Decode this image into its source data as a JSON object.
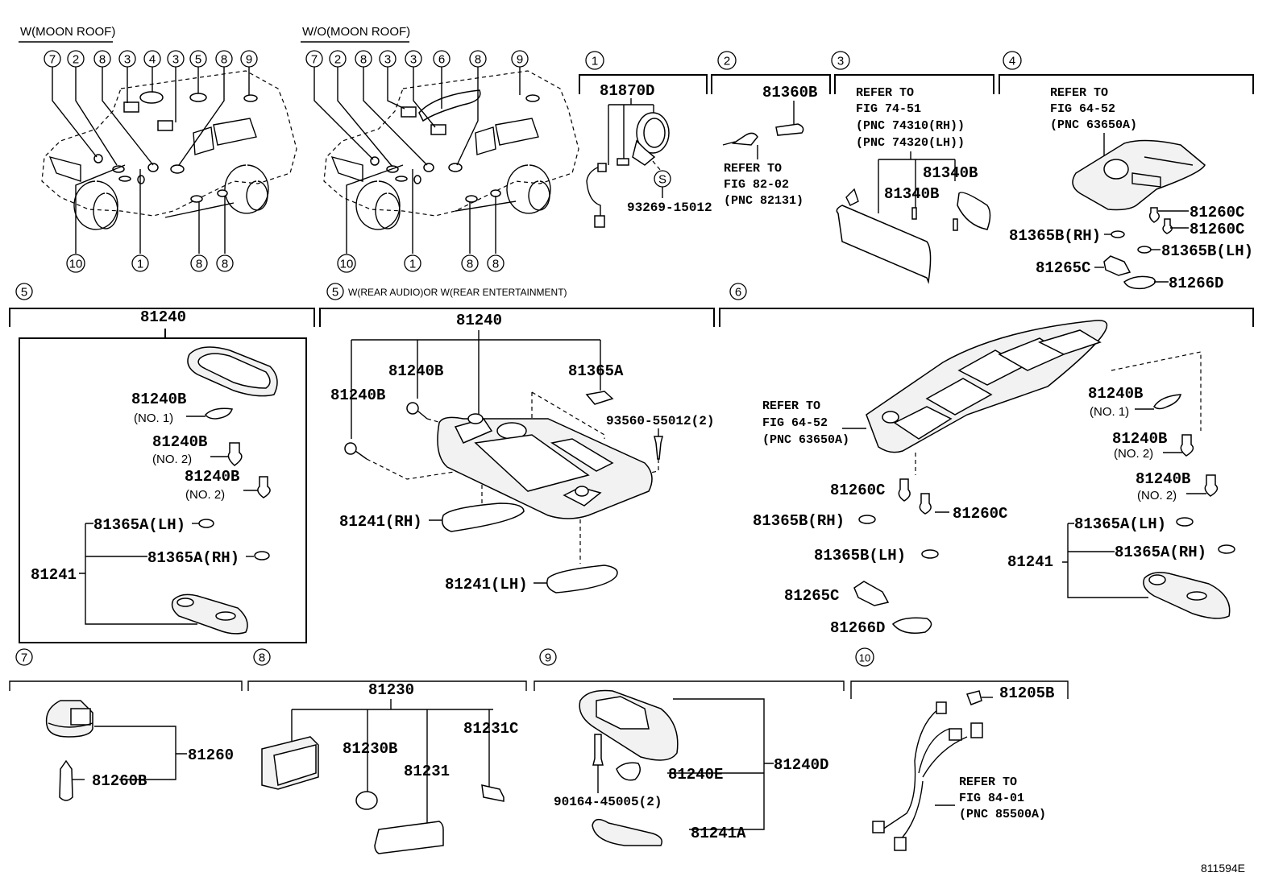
{
  "overview": {
    "with_moon_roof": {
      "title": "W(MOON ROOF)",
      "top_callouts": [
        "7",
        "2",
        "8",
        "3",
        "4",
        "3",
        "5",
        "8",
        "9"
      ],
      "bottom_callouts": [
        "10",
        "1",
        "8",
        "8"
      ]
    },
    "without_moon_roof": {
      "title": "W/O(MOON ROOF)",
      "top_callouts": [
        "7",
        "2",
        "8",
        "3",
        "3",
        "6",
        "8",
        "9"
      ],
      "bottom_callouts": [
        "10",
        "1",
        "8",
        "8"
      ]
    }
  },
  "sections": {
    "s1": {
      "number": "1",
      "labels": [
        "81870D",
        "93269-15012"
      ],
      "screw_symbol": "S"
    },
    "s2": {
      "number": "2",
      "labels": [
        "81360B"
      ],
      "refer": [
        "REFER TO",
        "FIG 82-02",
        "(PNC 82131)"
      ]
    },
    "s3": {
      "number": "3",
      "refer": [
        "REFER TO",
        "FIG 74-51",
        "(PNC 74310(RH))",
        "(PNC 74320(LH))"
      ],
      "labels": [
        "81340B",
        "81340B"
      ]
    },
    "s4": {
      "number": "4",
      "refer": [
        "REFER TO",
        "FIG 64-52",
        "(PNC 63650A)"
      ],
      "labels": [
        "81260C",
        "81260C",
        "81365B(RH)",
        "81365B(LH)",
        "81265C",
        "81266D"
      ]
    },
    "s5a": {
      "number": "5",
      "assembly": "81240",
      "labels": [
        "81240B",
        "(NO. 1)",
        "81240B",
        "(NO. 2)",
        "81240B",
        "(NO. 2)",
        "81365A(LH)",
        "81365A(RH)",
        "81241"
      ]
    },
    "s5b": {
      "number": "5",
      "condition": "W(REAR AUDIO)OR W(REAR ENTERTAINMENT)",
      "assembly": "81240",
      "labels": [
        "81240B",
        "81240B",
        "81365A",
        "93560-55012(2)",
        "81241(RH)",
        "81241(LH)"
      ]
    },
    "s6": {
      "number": "6",
      "refer": [
        "REFER TO",
        "FIG 64-52",
        "(PNC 63650A)"
      ],
      "labels": [
        "81240B",
        "(NO. 1)",
        "81240B",
        "(NO. 2)",
        "81240B",
        "(NO. 2)",
        "81260C",
        "81260C",
        "81365B(RH)",
        "81365B(LH)",
        "81265C",
        "81266D",
        "81365A(LH)",
        "81365A(RH)",
        "81241"
      ]
    },
    "s7": {
      "number": "7",
      "labels": [
        "81260",
        "81260B"
      ]
    },
    "s8": {
      "number": "8",
      "assembly": "81230",
      "labels": [
        "81230B",
        "81231",
        "81231C"
      ]
    },
    "s9": {
      "number": "9",
      "labels": [
        "81240D",
        "81240E",
        "90164-45005(2)",
        "81241A"
      ]
    },
    "s10": {
      "number": "10",
      "labels": [
        "81205B"
      ],
      "refer": [
        "REFER TO",
        "FIG 84-01",
        "(PNC 85500A)"
      ]
    }
  },
  "figure_id": "811594E"
}
